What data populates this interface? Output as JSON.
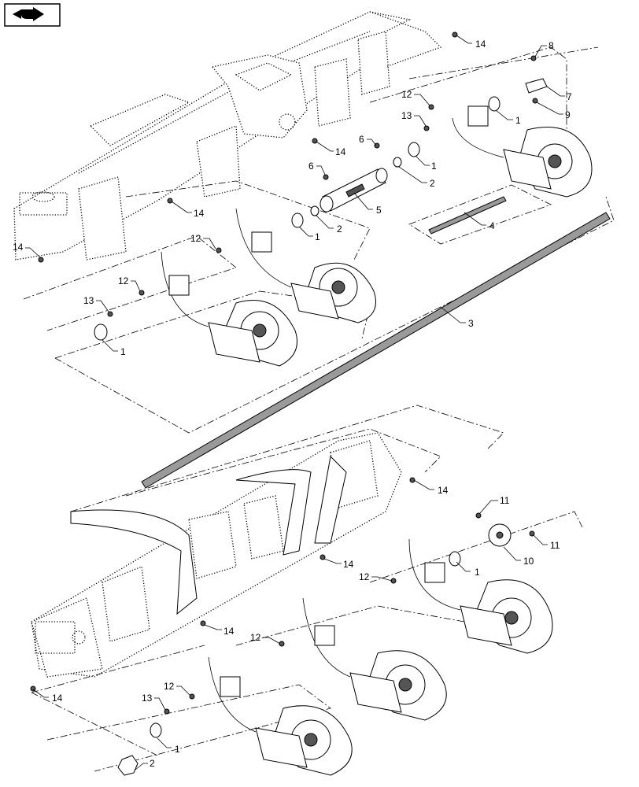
{
  "nav": {
    "icon": "back-arrow-icon"
  },
  "callouts": [
    "1",
    "2",
    "3",
    "4",
    "5",
    "6",
    "7",
    "8",
    "9",
    "10",
    "11",
    "12",
    "13",
    "14"
  ]
}
